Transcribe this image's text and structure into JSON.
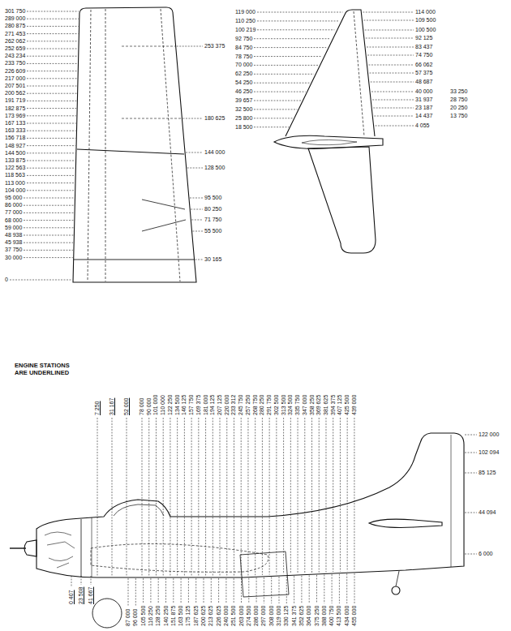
{
  "diagram": {
    "labels": [
      "ENGINE STATIONS ARE UNDERLINED",
      "301 750",
      "289 000",
      "280 875",
      "271 453",
      "262 062",
      "252 659",
      "243 234",
      "233 750",
      "226 609",
      "217 000",
      "207 501",
      "200 562",
      "191 719",
      "182 875",
      "173 969",
      "167 133",
      "163 333",
      "156 718",
      "148 927",
      "144 500",
      "133 875",
      "122 563",
      "118 563",
      "113 000",
      "104 000",
      "95 000",
      "86 000",
      "77 000",
      "68 000",
      "59 000",
      "48 938",
      "45 938",
      "37 750",
      "30 000",
      "0",
      "253 375",
      "180 625",
      "144 000",
      "128 500",
      "95 500",
      "80 250",
      "71 750",
      "55 500",
      "30 165",
      "119 000",
      "110 250",
      "100 219",
      "92 750",
      "84 750",
      "78 750",
      "70 000",
      "62 250",
      "54 250",
      "46 250",
      "39 657",
      "32 500",
      "25 800",
      "18 500",
      "114 000",
      "109 500",
      "100 500",
      "92 125",
      "83 437",
      "74 750",
      "66 062",
      "57 375",
      "48 687",
      "40 000",
      "33 250",
      "31 937",
      "28 750",
      "23 187",
      "20 250",
      "14 437",
      "13 750",
      "4 055",
      "7 250",
      "31 167",
      "52 000",
      "78 000",
      "90 000",
      "101 000",
      "110 000",
      "122 250",
      "134 500",
      "146 125",
      "157 750",
      "169 375",
      "181 000",
      "194 125",
      "207 125",
      "220 000",
      "233 312",
      "245 750",
      "257 250",
      "268 750",
      "280 250",
      "291 750",
      "302 500",
      "313 500",
      "324 500",
      "335 750",
      "347 000",
      "358 250",
      "369 625",
      "381 625",
      "394 375",
      "407 125",
      "425 500",
      "439 000",
      "122 000",
      "102 094",
      "85 125",
      "44 094",
      "6 000",
      "0 407",
      "23 508",
      "41 667",
      "87 000",
      "96 000",
      "105 500",
      "116 250",
      "128 250",
      "140 250",
      "151 875",
      "163 500",
      "175 125",
      "187 625",
      "200 625",
      "213 625",
      "226 625",
      "240 000",
      "251 500",
      "263 000",
      "274 500",
      "286 000",
      "297 000",
      "308 000",
      "319 000",
      "330 125",
      "341 375",
      "352 625",
      "364 000",
      "375 250",
      "388 000",
      "400 750",
      "413 500",
      "434 000",
      "455 000"
    ]
  }
}
